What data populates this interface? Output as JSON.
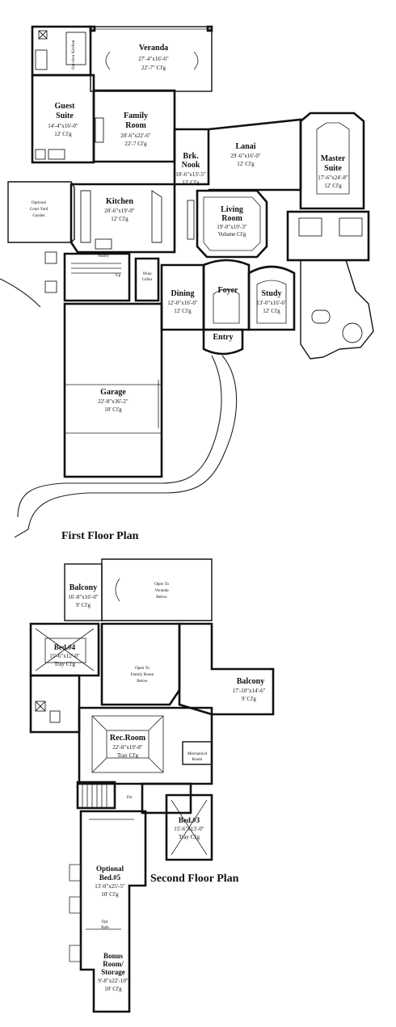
{
  "plans": {
    "first_floor_title": "First Floor Plan",
    "second_floor_title": "Second Floor Plan"
  },
  "first_floor": {
    "veranda": {
      "name": "Veranda",
      "dims": "27'-4\"x16'-6\"",
      "ceiling": "22'-7\" Cl'g"
    },
    "outdoor_kitchen": {
      "name": "Out-door Kitchen"
    },
    "guest_suite": {
      "name_l1": "Guest",
      "name_l2": "Suite",
      "dims": "14'-4\"x16'-0\"",
      "ceiling": "12' Cl'g"
    },
    "family_room": {
      "name_l1": "Family",
      "name_l2": "Room",
      "dims": "20'-6\"x22'-6\"",
      "ceiling": "22'-7 Cl'g"
    },
    "brk_nook": {
      "name_l1": "Brk.",
      "name_l2": "Nook",
      "dims": "10'-6\"x13'-5\"",
      "ceiling": "12' Cl'g"
    },
    "lanai": {
      "name": "Lanai",
      "dims": "29'-6\"x16'-0\"",
      "ceiling": "12' Cl'g"
    },
    "master_suite": {
      "name_l1": "Master",
      "name_l2": "Suite",
      "dims": "17'-6\"x24'-8\"",
      "ceiling": "12' Cl'g"
    },
    "court_yard": {
      "l1": "Optional",
      "l2": "Court Yard",
      "l3": "Garden"
    },
    "kitchen": {
      "name": "Kitchen",
      "dims": "20'-6\"x19'-0\"",
      "ceiling": "12' Cl'g"
    },
    "living_room": {
      "name_l1": "Living",
      "name_l2": "Room",
      "dims": "19'-0\"x19'-3\"",
      "ceiling": "Volume Cl'g"
    },
    "pantry": {
      "name": "Pantry"
    },
    "wine_cellar": {
      "l1": "Wine",
      "l2": "Cellar"
    },
    "dining": {
      "name": "Dining",
      "dims": "12'-0\"x16'-0\"",
      "ceiling": "12' Cl'g"
    },
    "foyer": {
      "name": "Foyer"
    },
    "study": {
      "name": "Study",
      "dims": "13'-0\"x16'-6\"",
      "ceiling": "12' Cl'g"
    },
    "entry": {
      "name": "Entry"
    },
    "garage": {
      "name": "Garage",
      "dims": "22'-8\"x36'-2\"",
      "ceiling": "10' Cl'g"
    },
    "up_label": "Up"
  },
  "second_floor": {
    "balcony_top": {
      "name": "Balcony",
      "dims": "16'-8\"x16'-0\"",
      "ceiling": "9' Cl'g"
    },
    "open_veranda": {
      "l1": "Open To",
      "l2": "Veranda",
      "l3": "Below"
    },
    "bed4": {
      "name": "Bed.#4",
      "dims": "15'-6\"x12'-0\"",
      "ceiling": "Tray Cl'g"
    },
    "open_family": {
      "l1": "Open To",
      "l2": "Family Room",
      "l3": "Below"
    },
    "balcony_right": {
      "name": "Balcony",
      "dims": "17'-10\"x14'-6\"",
      "ceiling": "9' Cl'g"
    },
    "rec_room": {
      "name": "Rec.Room",
      "dims": "22'-8\"x19'-8\"",
      "ceiling": "Tray Cl'g"
    },
    "mechanical": {
      "l1": "Mechanical",
      "l2": "Room"
    },
    "bed3": {
      "name": "Bed.#3",
      "dims": "15'-6\"x13'-0\"",
      "ceiling": "Tray Cl'g"
    },
    "bed5": {
      "name_l1": "Optional",
      "name_l2": "Bed.#5",
      "dims": "13'-0\"x25'-5\"",
      "ceiling": "10' Cl'g"
    },
    "opt_bath": {
      "l1": "Opt.",
      "l2": "Bath"
    },
    "bonus": {
      "name_l1": "Bonus",
      "name_l2": "Room/",
      "name_l3": "Storage",
      "dims": "9'-8\"x22'-10\"",
      "ceiling": "10' Cl'g"
    },
    "dn_label": "Dn"
  }
}
